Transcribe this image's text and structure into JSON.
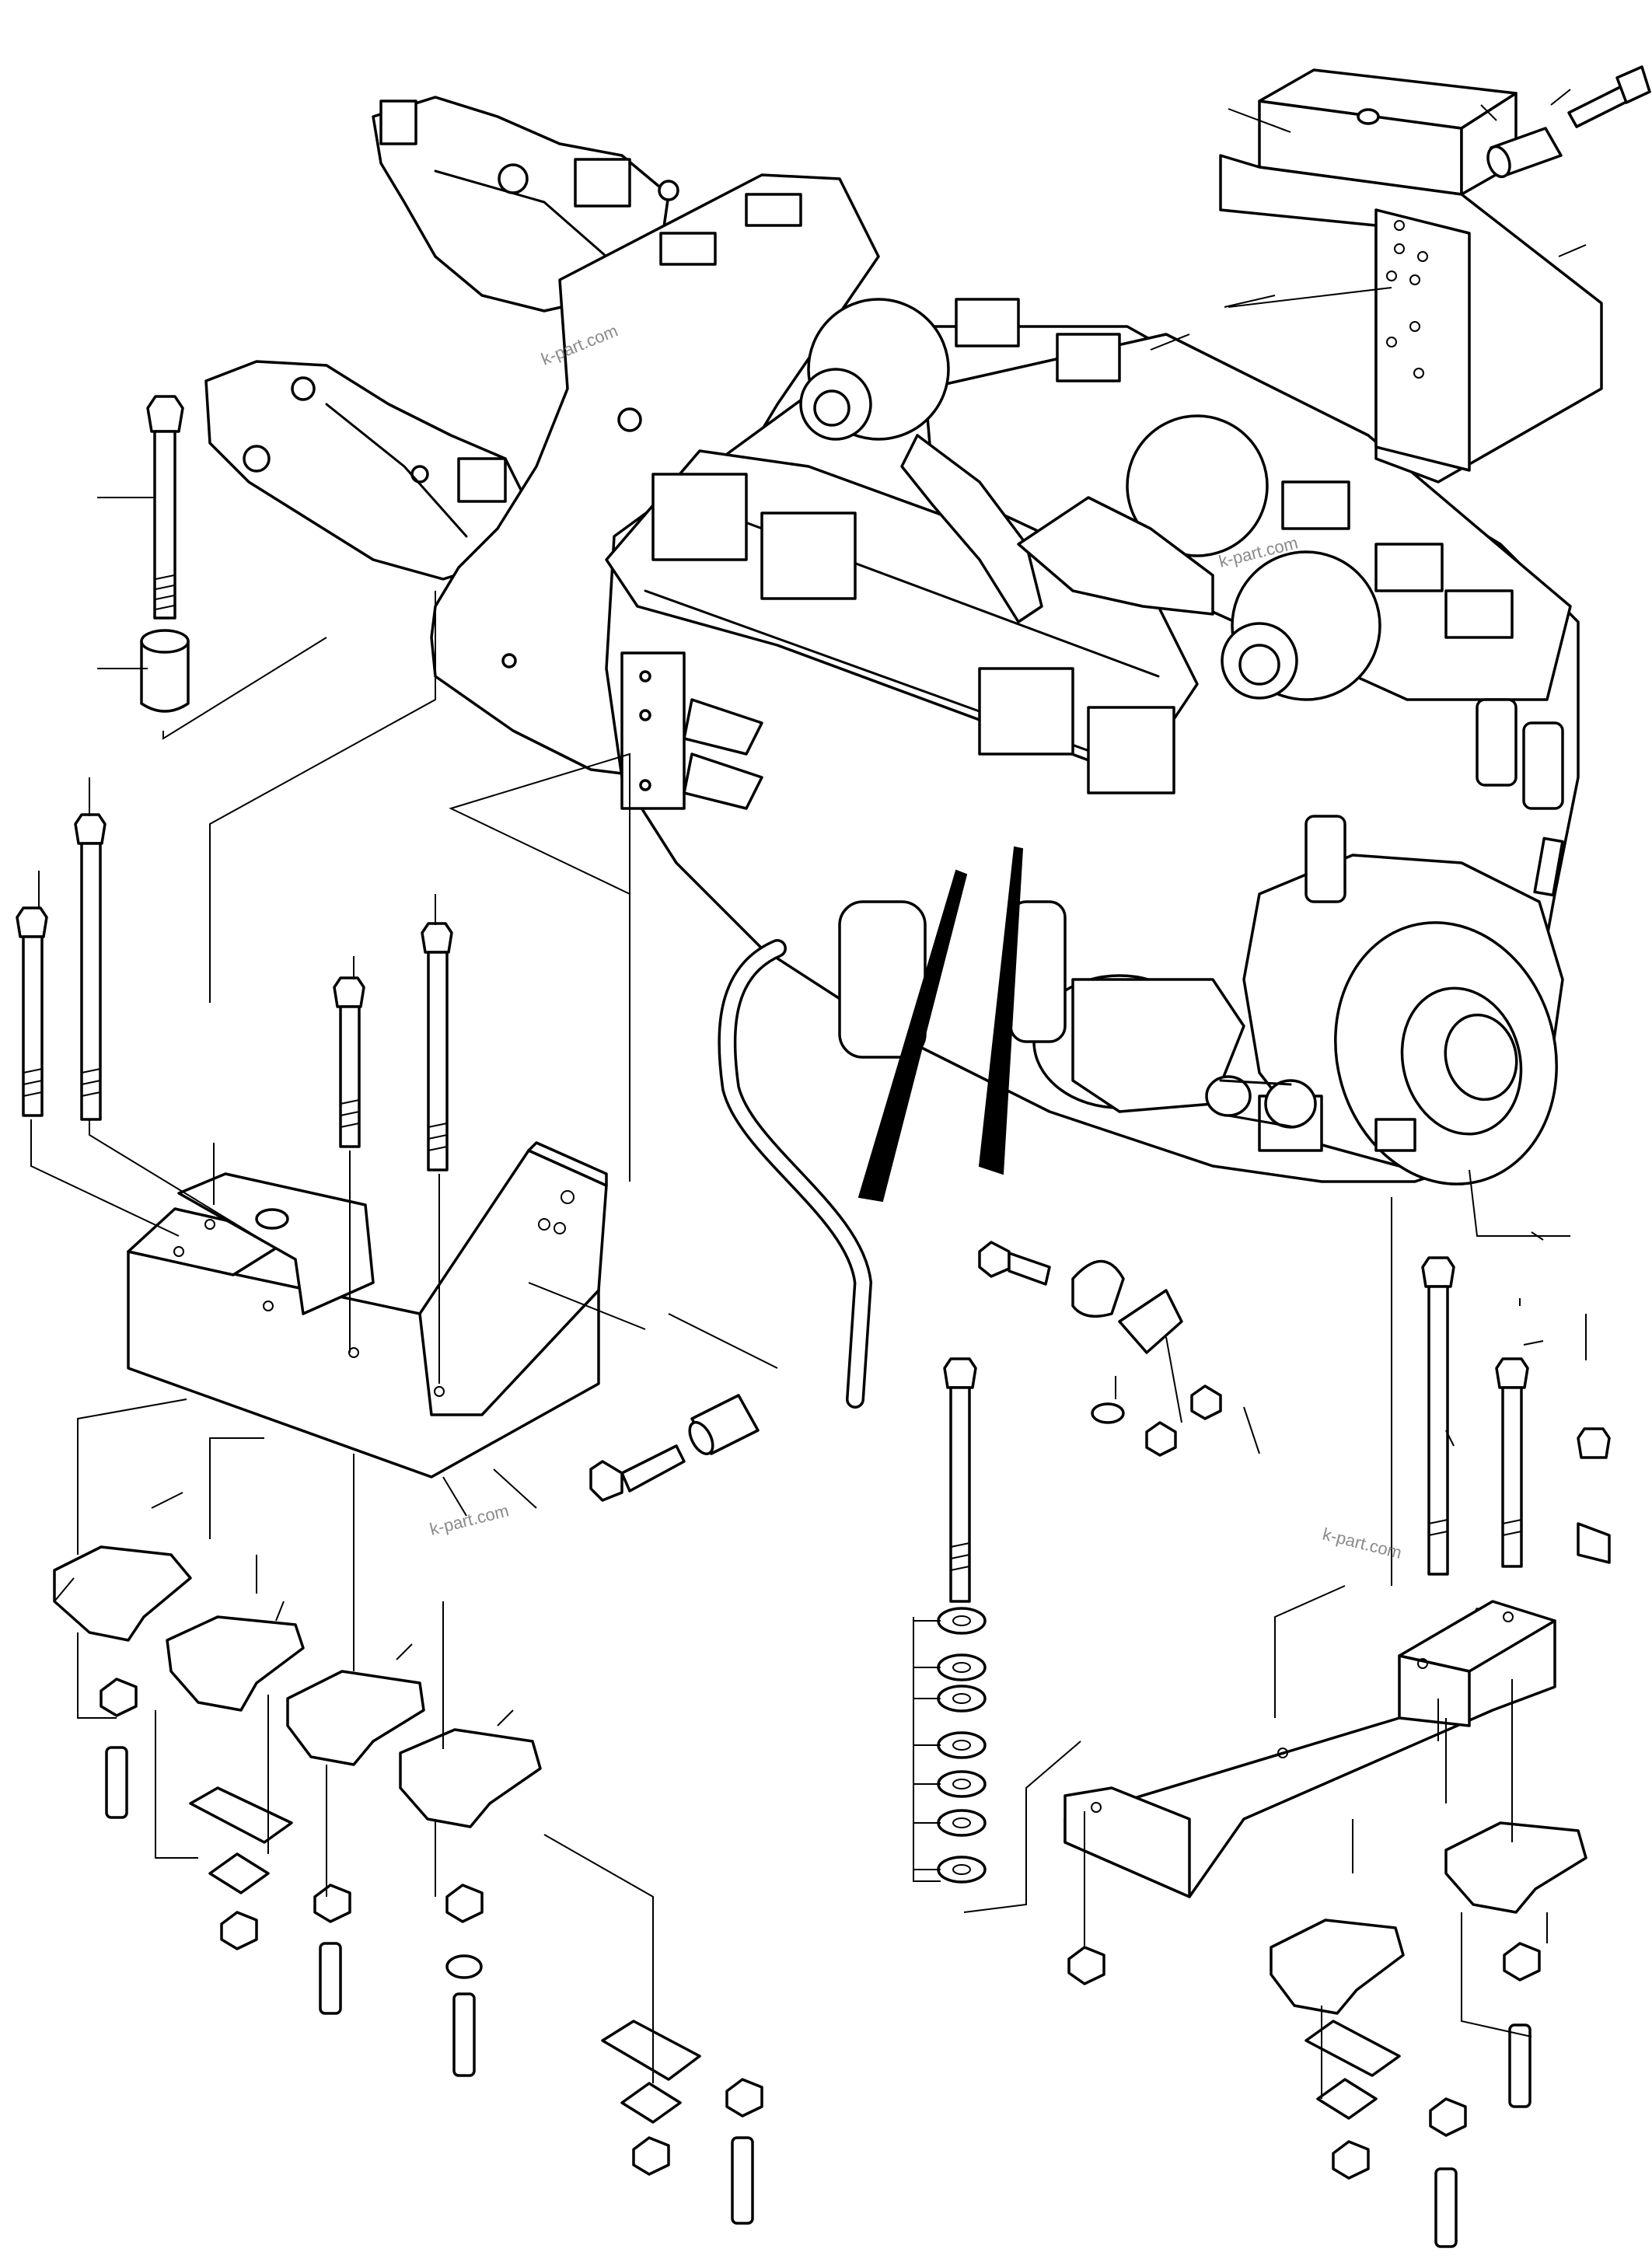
{
  "diagram": {
    "type": "exploded parts diagram (engine mounting)",
    "watermarks": [
      "k-part.com",
      "k-part.com",
      "k-part.com",
      "k-part.com"
    ]
  },
  "colors": {
    "line": "#000000",
    "background": "#ffffff",
    "watermark": "#8a8a8a"
  }
}
